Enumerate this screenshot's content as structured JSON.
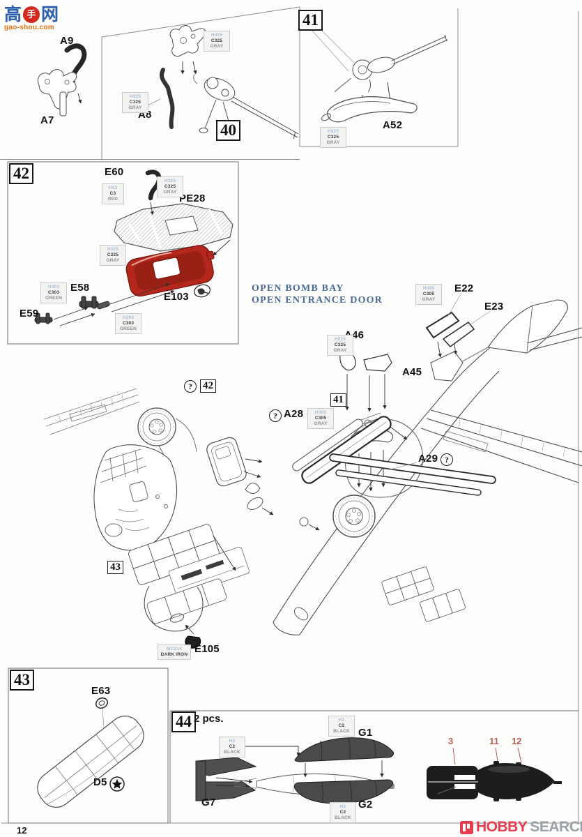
{
  "watermark": {
    "char1": "高",
    "badge": "手",
    "char2": "网",
    "url": "gao-shou.com"
  },
  "open_note": {
    "line1": "OPEN BOMB BAY",
    "line2": "OPEN ENTRANCE DOOR"
  },
  "steps": {
    "s40": "40",
    "s41": "41",
    "s42": "42",
    "s43": "43",
    "s44": "44",
    "s44_note": "2 pcs."
  },
  "refs": {
    "r41": "41",
    "r42": "42",
    "r43": "43"
  },
  "marks": {
    "optional": "?"
  },
  "parts": {
    "a9": "A9",
    "a7": "A7",
    "a8": "A8",
    "a52": "A52",
    "e60": "E60",
    "pe28": "PE28",
    "e58": "E58",
    "e59": "E59",
    "e103": "E103",
    "e22": "E22",
    "e23": "E23",
    "a46": "A46",
    "a45": "A45",
    "a28": "A28",
    "a29": "A29",
    "e105": "E105",
    "e63": "E63",
    "d5": "D5",
    "g1": "G1",
    "g2": "G2",
    "g7": "G7"
  },
  "paint_callouts": {
    "c1": {
      "l1": "H325",
      "l2": "C325",
      "l3": "GRAY"
    },
    "c2": {
      "l1": "H325",
      "l2": "C325",
      "l3": "GRAY"
    },
    "c3": {
      "l1": "H325",
      "l2": "C325",
      "l3": "GRAY"
    },
    "c4": {
      "l1": "H13",
      "l2": "C3",
      "l3": "RED"
    },
    "c5": {
      "l1": "H325",
      "l2": "C325",
      "l3": "GRAY"
    },
    "c6": {
      "l1": "H325",
      "l2": "C325",
      "l3": "GRAY"
    },
    "c7": {
      "l1": "H303",
      "l2": "C303",
      "l3": "GREEN"
    },
    "c8": {
      "l1": "H303",
      "l2": "C303",
      "l3": "GREEN"
    },
    "c9": {
      "l1": "H305",
      "l2": "C305",
      "l3": "GRAY"
    },
    "c10": {
      "l1": "H325",
      "l2": "C325",
      "l3": "GRAY"
    },
    "c11": {
      "l1": "H305",
      "l2": "C305",
      "l3": "GRAY"
    },
    "c12": {
      "l1": "MC214",
      "l2": "DARK IRON"
    },
    "c13": {
      "l1": "H2",
      "l2": "C2",
      "l3": "BLACK"
    },
    "c14": {
      "l1": "H2",
      "l2": "C2",
      "l3": "BLACK"
    },
    "c15": {
      "l1": "H2",
      "l2": "C2",
      "l3": "BLACK"
    }
  },
  "bomb_guide": {
    "n1": "3",
    "n2": "11",
    "n3": "12"
  },
  "footer": {
    "page": "12",
    "brand_red": "HOBBY",
    "brand_gray": "SEARCH"
  },
  "colors": {
    "red_part": "#b5271c",
    "note_blue": "#4a6b94",
    "callout_code": "#a9bdd3",
    "brand_red": "#e73c50",
    "watermark_blue": "#2b5fae",
    "watermark_orange": "#e8720c"
  }
}
